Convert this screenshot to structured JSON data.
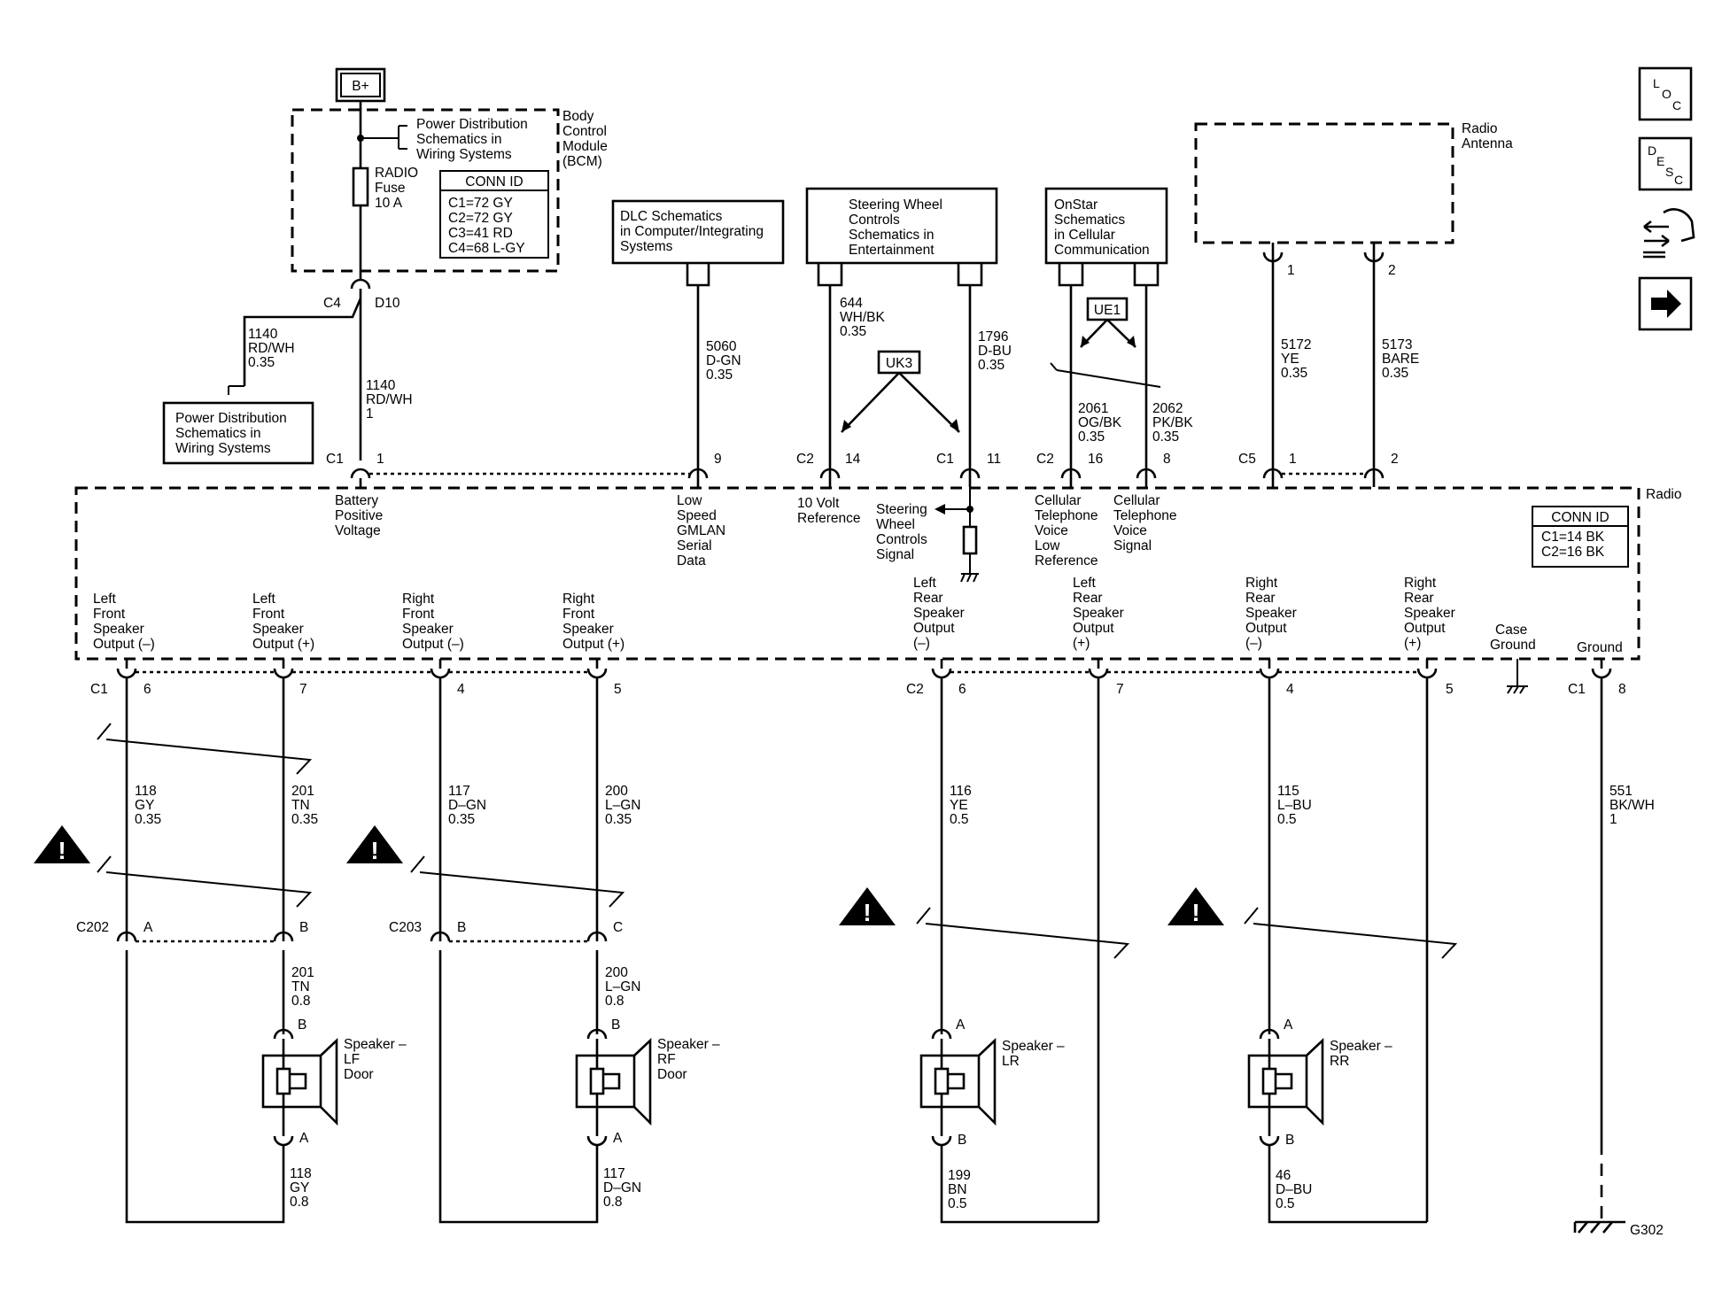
{
  "fuse_source": {
    "label": "B+"
  },
  "bcm": {
    "name": [
      "Body",
      "Control",
      "Module",
      "(BCM)"
    ],
    "power_distribution_ref": [
      "Power Distribution",
      "Schematics in",
      "Wiring Systems"
    ],
    "fuse": [
      "RADIO",
      "Fuse",
      "10 A"
    ],
    "conn_id": {
      "title": "CONN ID",
      "rows": [
        "C1=72 GY",
        "C2=72 GY",
        "C3=41 RD",
        "C4=68  L-GY"
      ]
    },
    "connector": "C4",
    "pin": "D10"
  },
  "splice": {
    "wire": [
      "1140",
      "RD/WH",
      "0.35"
    ]
  },
  "power_distribution_box": [
    "Power Distribution",
    "Schematics in",
    "Wiring Systems"
  ],
  "battery_wire": [
    "1140",
    "RD/WH",
    "1"
  ],
  "dlc": {
    "box": [
      "DLC Schematics",
      "in Computer/Integrating",
      "Systems"
    ],
    "wire": [
      "5060",
      "D-GN",
      "0.35"
    ]
  },
  "steering_wheel": {
    "box": [
      "Steering Wheel",
      "Controls",
      "Schematics in",
      "Entertainment"
    ],
    "wire_left": [
      "644",
      "WH/BK",
      "0.35"
    ],
    "wire_right": [
      "1796",
      "D-BU",
      "0.35"
    ],
    "option": "UK3"
  },
  "onstar": {
    "box": [
      "OnStar",
      "Schematics",
      "in Cellular",
      "Communication"
    ],
    "option": "UE1",
    "wire_left": [
      "2061",
      "OG/BK",
      "0.35"
    ],
    "wire_right": [
      "2062",
      "PK/BK",
      "0.35"
    ]
  },
  "antenna": {
    "name": [
      "Radio",
      "Antenna"
    ],
    "pins": [
      "1",
      "2"
    ],
    "wire_left": [
      "5172",
      "YE",
      "0.35"
    ],
    "wire_right": [
      "5173",
      "BARE",
      "0.35"
    ]
  },
  "radio": {
    "name": "Radio",
    "conn_id": {
      "title": "CONN ID",
      "rows": [
        "C1=14 BK",
        "C2=16 BK"
      ]
    },
    "top_pins": [
      {
        "conn": "C1",
        "pin": "1",
        "label": [
          "Battery",
          "Positive",
          "Voltage"
        ]
      },
      {
        "conn": "",
        "pin": "9",
        "label": [
          "Low",
          "Speed",
          "GMLAN",
          "Serial",
          "Data"
        ]
      },
      {
        "conn": "C2",
        "pin": "14",
        "label": [
          "10 Volt",
          "Reference"
        ]
      },
      {
        "conn": "C1",
        "pin": "11",
        "label": [
          "Steering",
          "Wheel",
          "Controls",
          "Signal"
        ]
      },
      {
        "conn": "C2",
        "pin": "16",
        "label": [
          "Cellular",
          "Telephone",
          "Voice",
          "Low",
          "Reference"
        ]
      },
      {
        "conn": "",
        "pin": "8",
        "label": [
          "Cellular",
          "Telephone",
          "Voice",
          "Signal"
        ]
      },
      {
        "conn": "C5",
        "pin": "1",
        "label": []
      },
      {
        "conn": "",
        "pin": "2",
        "label": []
      }
    ],
    "bottom_pins": [
      {
        "conn": "C1",
        "pin": "6",
        "label": [
          "Left",
          "Front",
          "Speaker",
          "Output (–)"
        ]
      },
      {
        "conn": "",
        "pin": "7",
        "label": [
          "Left",
          "Front",
          "Speaker",
          "Output (+)"
        ]
      },
      {
        "conn": "",
        "pin": "4",
        "label": [
          "Right",
          "Front",
          "Speaker",
          "Output (–)"
        ]
      },
      {
        "conn": "",
        "pin": "5",
        "label": [
          "Right",
          "Front",
          "Speaker",
          "Output (+)"
        ]
      },
      {
        "conn": "C2",
        "pin": "6",
        "label": [
          "Left",
          "Rear",
          "Speaker",
          "Output",
          "(–)"
        ]
      },
      {
        "conn": "",
        "pin": "7",
        "label": [
          "Left",
          "Rear",
          "Speaker",
          "Output",
          "(+)"
        ]
      },
      {
        "conn": "",
        "pin": "4",
        "label": [
          "Right",
          "Rear",
          "Speaker",
          "Output",
          "(–)"
        ]
      },
      {
        "conn": "",
        "pin": "5",
        "label": [
          "Right",
          "Rear",
          "Speaker",
          "Output",
          "(+)"
        ]
      },
      {
        "conn": "",
        "pin": "",
        "label": [
          "Case",
          "Ground"
        ]
      },
      {
        "conn": "C1",
        "pin": "8",
        "label": [
          "Ground"
        ]
      }
    ]
  },
  "wires_lower": [
    [
      "118",
      "GY",
      "0.35"
    ],
    [
      "201",
      "TN",
      "0.35"
    ],
    [
      "117",
      "D–GN",
      "0.35"
    ],
    [
      "200",
      "L–GN",
      "0.35"
    ],
    [
      "116",
      "YE",
      "0.5"
    ],
    [
      "115",
      "L–BU",
      "0.5"
    ],
    [
      "551",
      "BK/WH",
      "1"
    ]
  ],
  "inline_connectors": [
    {
      "name": "C202",
      "pins": [
        "A",
        "B"
      ]
    },
    {
      "name": "C203",
      "pins": [
        "B",
        "C"
      ]
    }
  ],
  "speakers": [
    {
      "name": [
        "Speaker –",
        "LF",
        "Door"
      ],
      "top_pin": "B",
      "bottom_pin": "A",
      "wire_top": [
        "201",
        "TN",
        "0.8"
      ],
      "wire_bottom": [
        "118",
        "GY",
        "0.8"
      ]
    },
    {
      "name": [
        "Speaker –",
        "RF",
        "Door"
      ],
      "top_pin": "B",
      "bottom_pin": "A",
      "wire_top": [
        "200",
        "L–GN",
        "0.8"
      ],
      "wire_bottom": [
        "117",
        "D–GN",
        "0.8"
      ]
    },
    {
      "name": [
        "Speaker –",
        "LR"
      ],
      "top_pin": "A",
      "bottom_pin": "B",
      "wire_bottom": [
        "199",
        "BN",
        "0.5"
      ]
    },
    {
      "name": [
        "Speaker –",
        "RR"
      ],
      "top_pin": "A",
      "bottom_pin": "B",
      "wire_bottom": [
        "46",
        "D–BU",
        "0.5"
      ]
    }
  ],
  "ground": {
    "name": "G302"
  },
  "side_nav": {
    "loc": [
      "L",
      "O",
      "C"
    ],
    "desc": [
      "D",
      "E",
      "S",
      "C"
    ]
  }
}
